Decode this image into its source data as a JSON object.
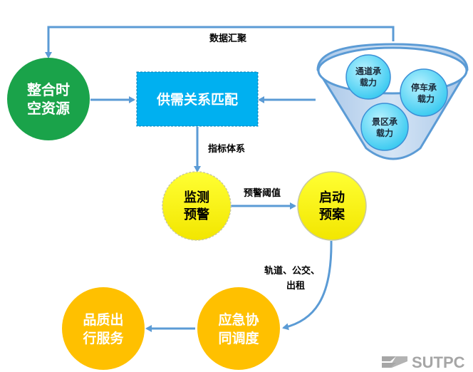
{
  "nodes": {
    "integrate": {
      "line1": "整合时",
      "line2": "空资源"
    },
    "matching": {
      "label": "供需关系匹配"
    },
    "monitor": {
      "line1": "监测",
      "line2": "预警"
    },
    "plan": {
      "line1": "启动",
      "line2": "预案"
    },
    "coordinate": {
      "line1": "应急协",
      "line2": "同调度"
    },
    "service": {
      "line1": "品质出",
      "line2": "行服务"
    }
  },
  "funnel": {
    "channel": {
      "line1": "通道承",
      "line2": "载力"
    },
    "parking": {
      "line1": "停车承",
      "line2": "载力"
    },
    "scenic": {
      "line1": "景区承",
      "line2": "载力"
    }
  },
  "edges": {
    "data_collection": "数据汇聚",
    "index_system": "指标体系",
    "warning_threshold": "预警阈值",
    "transport_line1": "轨道、公交、",
    "transport_line2": "出租"
  },
  "logo": {
    "text": "SUTPC"
  },
  "colors": {
    "green": "#1aa34a",
    "blue_box": "#00b0f0",
    "yellow": "#ffff00",
    "orange": "#ffc000",
    "arrow": "#5b9bd5",
    "funnel_fill": "#bcd5ee",
    "funnel_stroke": "#5b9bd5",
    "bubble_stroke": "#3b8fd6",
    "logo_gray": "#a6a6a6"
  }
}
